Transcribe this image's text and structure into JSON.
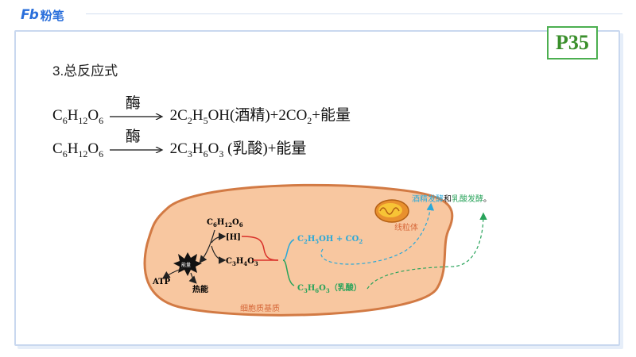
{
  "header": {
    "logo_mark": "Fb",
    "logo_text": "粉笔",
    "page_badge": "P35"
  },
  "section_title": "3.总反应式",
  "equation1": {
    "reactant": "C6H12O6",
    "enzyme": "酶",
    "products": [
      "2C2H5OH(酒精)",
      "2CO2",
      "能量"
    ]
  },
  "equation2": {
    "reactant": "C6H12O6",
    "enzyme": "酶",
    "products": [
      "2C3H6O3 (乳酸)",
      "能量"
    ]
  },
  "diagram": {
    "glucose": "C6H12O6",
    "h": "[H]",
    "pyruvate": "C3H4O3",
    "atp": "ATP",
    "energy_burst": "能量",
    "heat": "热能",
    "product_ethanol": "C2H5OH + CO2",
    "product_lactic": "C3H6O3（乳酸）",
    "mitochondrion_label": "线粒体",
    "cytoplasm_label": "细胞质基质",
    "legend": {
      "part1": "酒精发酵",
      "part2": "和",
      "part3": "乳酸发酵",
      "part4": "。"
    },
    "colors": {
      "cell_fill": "#f8c7a0",
      "cell_border": "#d27a44",
      "red": "#d9322b",
      "blue": "#2aa8d8",
      "green": "#28a35a",
      "label": "#d6683a"
    }
  }
}
